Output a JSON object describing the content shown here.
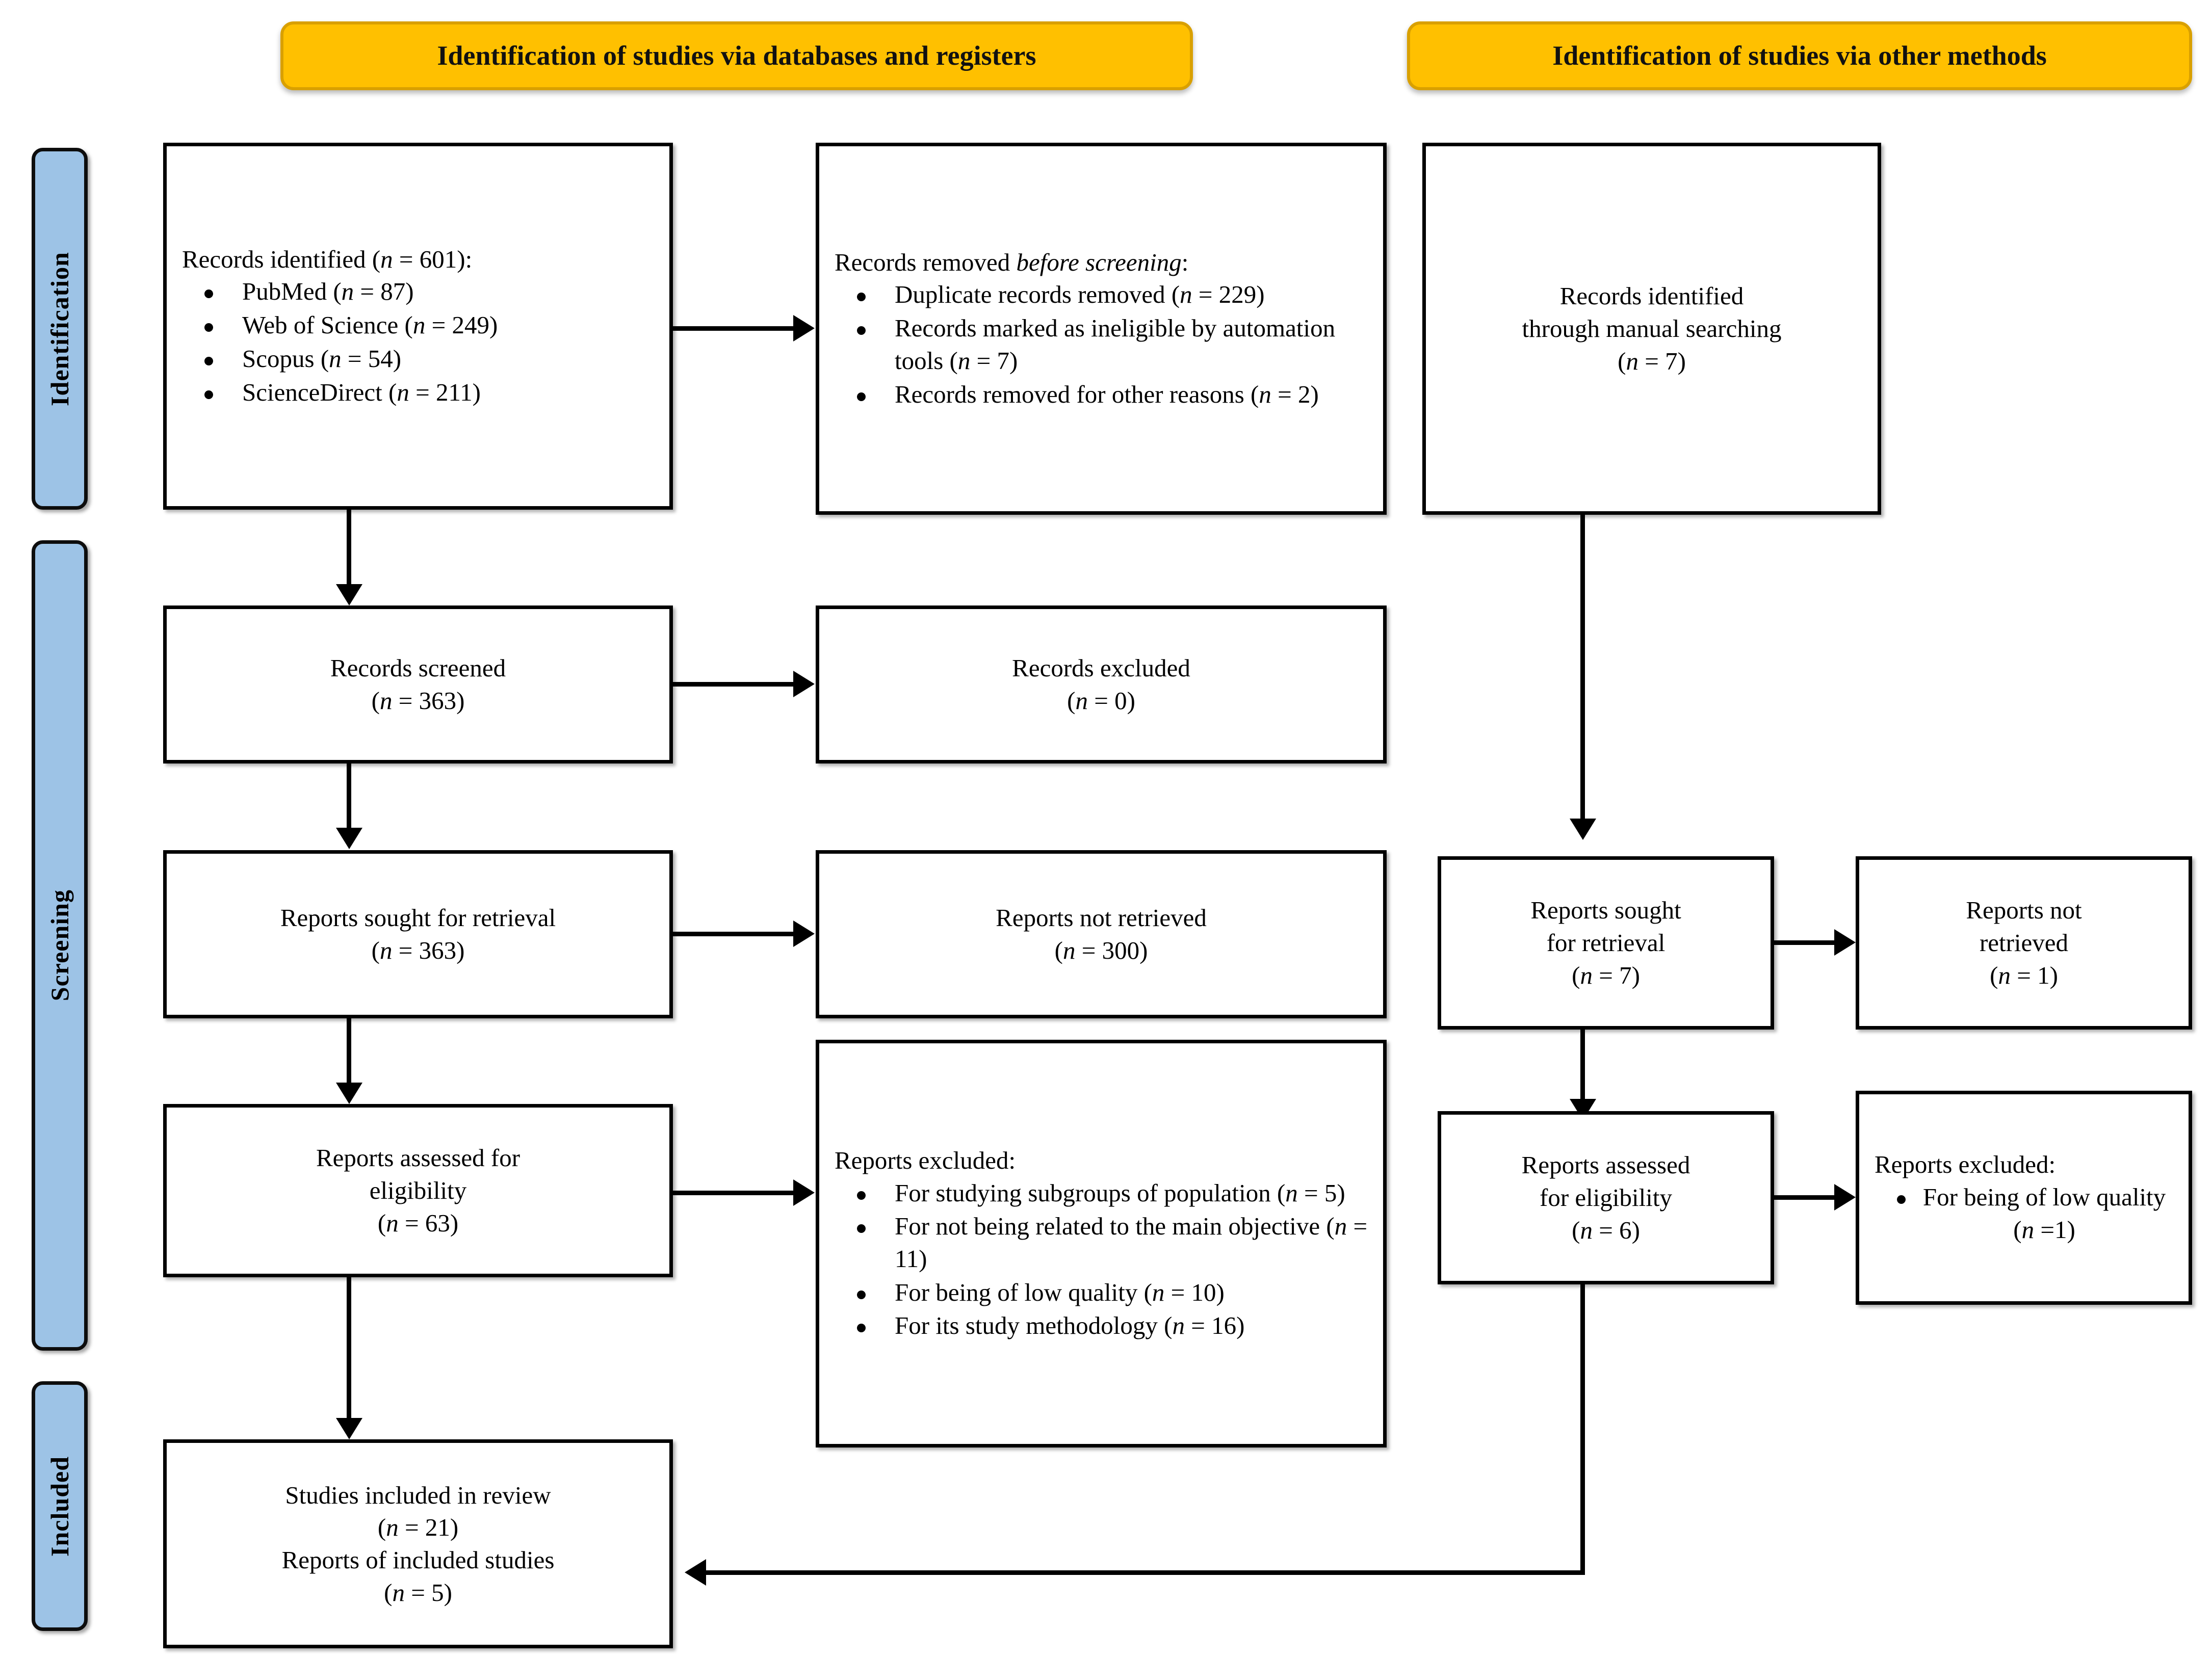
{
  "diagram": {
    "type": "PRISMA flow diagram",
    "banners": [
      {
        "id": "databases",
        "label": "Identification of studies via databases and registers"
      },
      {
        "id": "other",
        "label": "Identification of studies via other methods"
      }
    ],
    "rails": [
      {
        "id": "identification",
        "label": "Identification"
      },
      {
        "id": "screening",
        "label": "Screening"
      },
      {
        "id": "included",
        "label": "Included"
      }
    ],
    "colors": {
      "banner_fill": "#FFC000",
      "banner_border": "#D9A000",
      "rail_fill": "#9DC3E6",
      "box_border": "#000000",
      "box_fill": "#FFFFFF"
    },
    "boxes": {
      "records_identified": {
        "header": "Records identified (n = 601):",
        "items": [
          "PubMed (n = 87)",
          "Web of Science (n = 249)",
          "Scopus (n = 54)",
          "ScienceDirect (n = 211)"
        ]
      },
      "records_removed": {
        "header_plain": "Records removed ",
        "header_italic": "before screening",
        "header_tail": ":",
        "items": [
          "Duplicate records removed (n = 229)",
          "Records marked as ineligible by automation tools (n = 7)",
          "Records removed for other reasons (n = 2)"
        ]
      },
      "manual_identified": {
        "line1": "Records identified",
        "line2": "through manual searching",
        "line3": "(n = 7)"
      },
      "records_screened": {
        "line1": "Records screened",
        "line2": "(n = 363)"
      },
      "records_excluded": {
        "line1": "Records excluded",
        "line2": "(n = 0)"
      },
      "reports_sought_db": {
        "line1": "Reports sought for retrieval",
        "line2": "(n = 363)"
      },
      "reports_not_retrieved_db": {
        "line1": "Reports not retrieved",
        "line2": "(n = 300)"
      },
      "reports_sought_other": {
        "line1": "Reports sought",
        "line2": "for retrieval",
        "line3": "(n = 7)"
      },
      "reports_not_retrieved_other": {
        "line1": "Reports not",
        "line2": "retrieved",
        "line3": "(n = 1)"
      },
      "reports_assessed_db": {
        "line1": "Reports assessed for",
        "line2": "eligibility",
        "line3": "(n = 63)"
      },
      "reports_excluded_db": {
        "header": "Reports excluded:",
        "items": [
          "For studying subgroups of population (n = 5)",
          "For not being related to the main objective (n = 11)",
          "For being of low quality (n = 10)",
          "For its study methodology (n = 16)"
        ]
      },
      "reports_assessed_other": {
        "line1": "Reports assessed",
        "line2": "for eligibility",
        "line3": "(n = 6)"
      },
      "reports_excluded_other": {
        "header": "Reports excluded:",
        "items": [
          "For being of low quality (n =1)"
        ]
      },
      "studies_included": {
        "line1": "Studies included in review",
        "line2": "(n = 21)",
        "line3": "Reports of included studies",
        "line4": "(n = 5)"
      }
    }
  }
}
